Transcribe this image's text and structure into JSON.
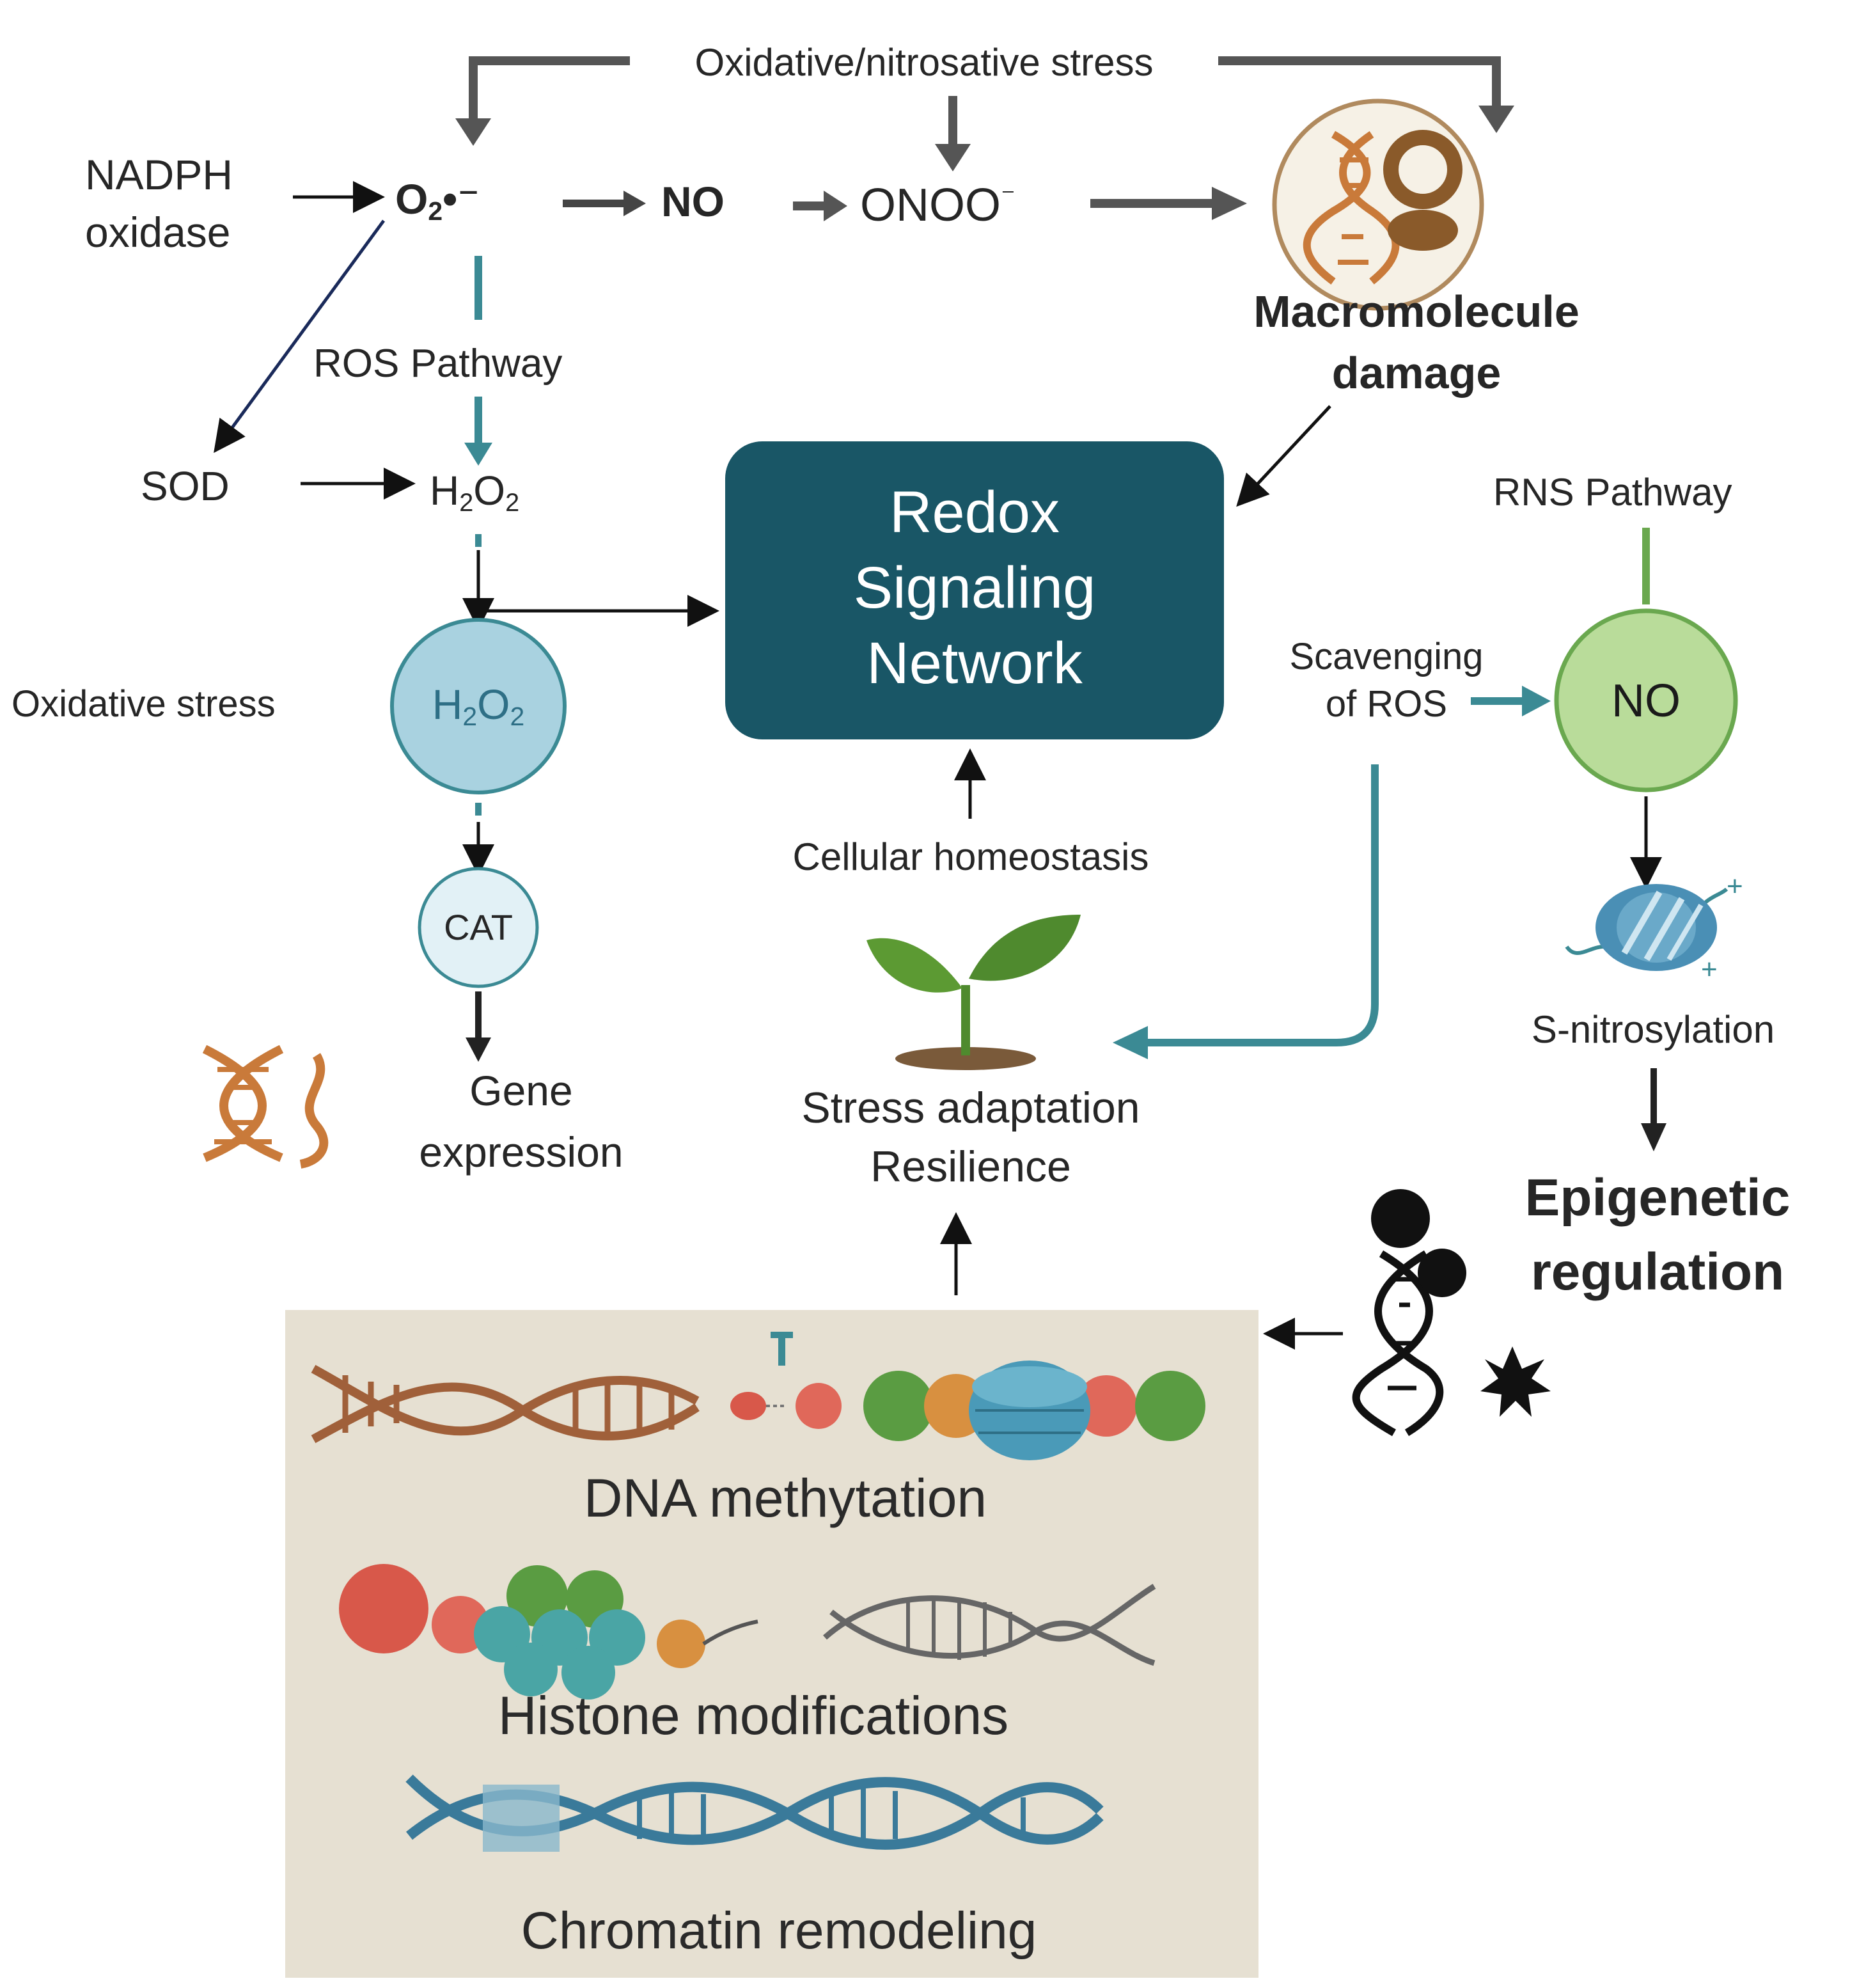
{
  "labels": {
    "oxidative_nitrosative_stress": "Oxidative/nitrosative stress",
    "nadph_line1": "NADPH",
    "nadph_line2": "oxidase",
    "superoxide": "O",
    "superoxide_sub": "2",
    "superoxide_sup": "•⁻",
    "no_top": "NO",
    "peroxynitrite": "ONOO",
    "peroxynitrite_sup": "⁻",
    "macromolecule_line1": "Macromolecule",
    "macromolecule_line2": "damage",
    "ros_pathway": "ROS Pathway",
    "sod": "SOD",
    "h2o2_top_h": "H",
    "h2o2_top_2a": "2",
    "h2o2_top_o": "O",
    "h2o2_top_2b": "2",
    "redox_line1": "Redox",
    "redox_line2": "Signaling",
    "redox_line3": "Network",
    "rns_pathway": "RNS Pathway",
    "scavenging_line1": "Scavenging",
    "scavenging_line2": "of ROS",
    "no_circle": "NO",
    "oxidative_stress": "Oxidative stress",
    "h2o2_circle_h": "H",
    "h2o2_circle_2a": "2",
    "h2o2_circle_o": "O",
    "h2o2_circle_2b": "2",
    "cellular_homeostasis": "Cellular homeostasis",
    "cat": "CAT",
    "s_nitrosylation": "S-nitrosylation",
    "gene_line1": "Gene",
    "gene_line2": "expression",
    "stress_line1": "Stress adaptation",
    "stress_line2": "Resilience",
    "epigenetic_line1": "Epigenetic",
    "epigenetic_line2": "regulation",
    "dna_methylation": "DNA methytation",
    "histone_modifications": "Histone modifications",
    "chromatin_remodeling": "Chromatin remodeling"
  },
  "colors": {
    "redox_box": "#195666",
    "ros_teal": "#3b8a94",
    "rns_green": "#6aa84f",
    "no_circle_fill": "#b9dc9a",
    "h2o2_circle_fill": "#a9d2e0",
    "cat_circle_fill": "#e2f1f6",
    "dna_orange": "#c97a3a",
    "panel_bg": "#e6e0d2",
    "leaf_green": "#4f8a2e",
    "arrow_gray": "#555555"
  },
  "icons": {
    "macromolecule_damage": "dna-protein-lipid-icon",
    "gene_expression": "dna-helix-icon",
    "stress_adaptation": "seedling-icon",
    "s_nitrosylation": "nucleosome-icon",
    "epigenetic_regulation": "dna-marks-icon",
    "dna_methylation": "dna-methyl-icon",
    "histone_modifications": "histone-icon",
    "chromatin_remodeling": "chromatin-helix-icon"
  }
}
